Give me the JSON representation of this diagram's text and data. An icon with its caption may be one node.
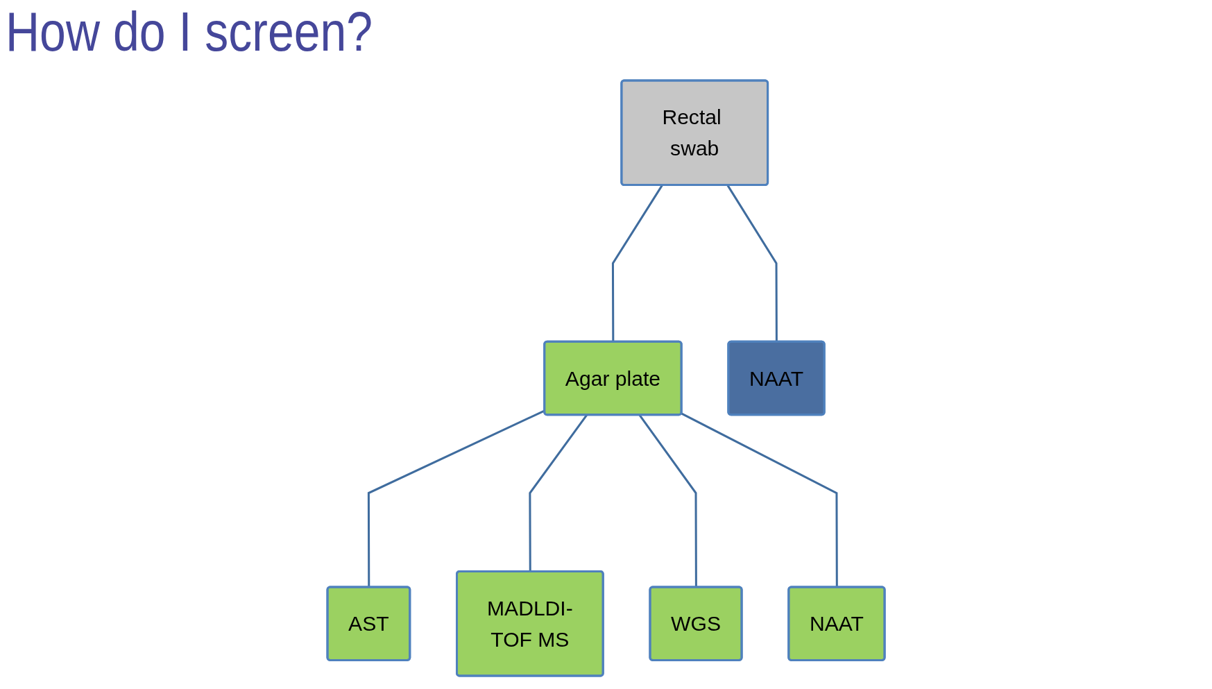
{
  "diagram": {
    "title": "How do I screen?",
    "nodes": [
      {
        "text": [
          "Rectal swab"
        ]
      },
      {
        "text": [
          "Agar plate"
        ]
      },
      {
        "text": [
          "NAAT"
        ]
      },
      {
        "text": [
          "AST"
        ]
      },
      {
        "text": [
          "MADLDI-TOF MS"
        ]
      },
      {
        "text": [
          "WGS"
        ]
      },
      {
        "text": [
          "NAAT"
        ]
      }
    ],
    "edges": [
      {
        "from": 0,
        "to": 1,
        "arrow": "none"
      },
      {
        "from": 0,
        "to": 2,
        "arrow": "none"
      },
      {
        "from": 1,
        "to": 3,
        "arrow": "none"
      },
      {
        "from": 1,
        "to": 4,
        "arrow": "none"
      },
      {
        "from": 1,
        "to": 5,
        "arrow": "none"
      },
      {
        "from": 1,
        "to": 6,
        "arrow": "none"
      }
    ]
  }
}
